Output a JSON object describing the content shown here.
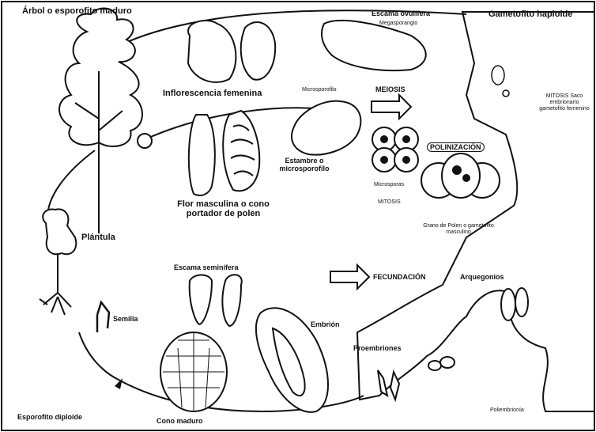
{
  "labels": {
    "arbol": "Árbol o esporofito maduro",
    "escama_ovulifera": "Escama ovulífera",
    "megasporangio": "Megasporangio",
    "gametofito_haploide": "Gametofito haploide",
    "inflorescencia": "Inflorescencia femenina",
    "microsporofilo_small": "Microsporofilo",
    "meiosis": "MEIOSIS",
    "mitosis_saco": "MITOSIS Saco embrionario gametofito femenino",
    "estambre": "Estambre o microsporofilo",
    "polinizacion": "POLINIZACIÓN",
    "microsporas": "Microsporas",
    "mitosis": "MITOSIS",
    "flor_masculina": "Flor masculina o cono portador de polen",
    "grano_polen": "Grano de Polen o gametofito masculino",
    "plantula": "Plántula",
    "escama_seminifera": "Escama seminífera",
    "fecundacion": "FECUNDACIÓN",
    "arquegonios": "Arquegonios",
    "semilla": "Semilla",
    "embrion": "Embrión",
    "proembriones": "Proembriones",
    "poliembrionia": "Poliembrionía",
    "esporofito_diploide": "Esporofito diploide",
    "cono_maduro": "Cono maduro"
  },
  "colors": {
    "ink": "#111111",
    "paper": "#ffffff"
  }
}
